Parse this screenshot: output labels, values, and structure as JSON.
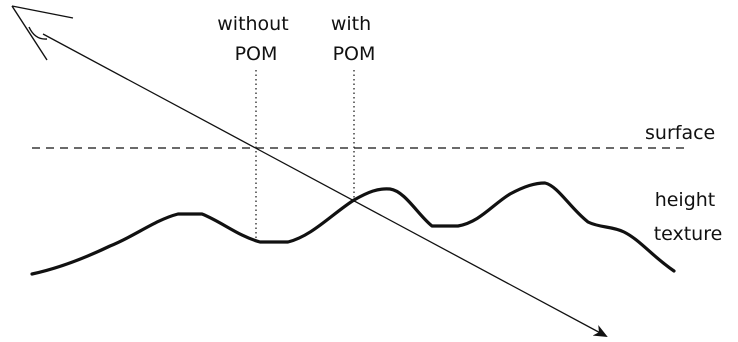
{
  "labels": {
    "without_pom": [
      "without",
      "POM"
    ],
    "with_pom": [
      "with",
      "POM"
    ],
    "surface": "surface",
    "height_texture": [
      "height",
      "texture"
    ]
  },
  "icons": {
    "eye": "eye-icon"
  },
  "colors": {
    "stroke": "#111111",
    "background": "#ffffff"
  }
}
